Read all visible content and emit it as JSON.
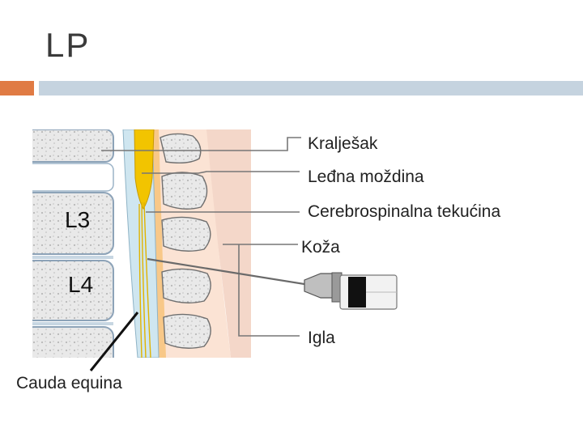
{
  "slide": {
    "title": "LP"
  },
  "labels": {
    "vertebra": "Kralješak",
    "spinal_cord": "Leđna moždina",
    "csf": "Cerebrospinalna tekućina",
    "skin": "Koža",
    "needle": "Igla",
    "cauda_equina": "Cauda equina",
    "l3": "L3",
    "l4": "L4"
  },
  "colors": {
    "accent_orange": "#e07b44",
    "accent_blue": "#c5d3df",
    "spinal_cord": "#f2c400",
    "csf": "#cfe6f0",
    "skin": "#f4d7c9",
    "fat": "#f8c888",
    "bone": "#e8e8e8"
  }
}
